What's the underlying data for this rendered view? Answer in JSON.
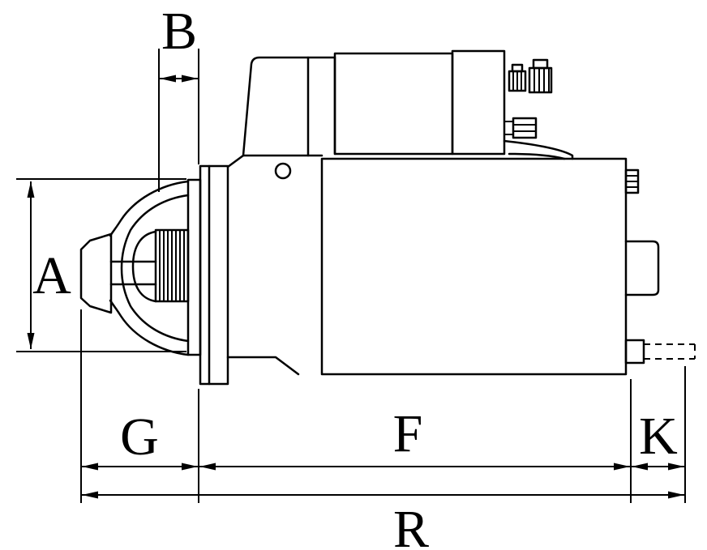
{
  "figure": {
    "name": "starter-motor-side-view-drawing",
    "background_color": "#ffffff",
    "line_color": "#000000"
  },
  "dimensions": {
    "A": "A",
    "B": "B",
    "G": "G",
    "F": "F",
    "K": "K",
    "R": "R"
  }
}
